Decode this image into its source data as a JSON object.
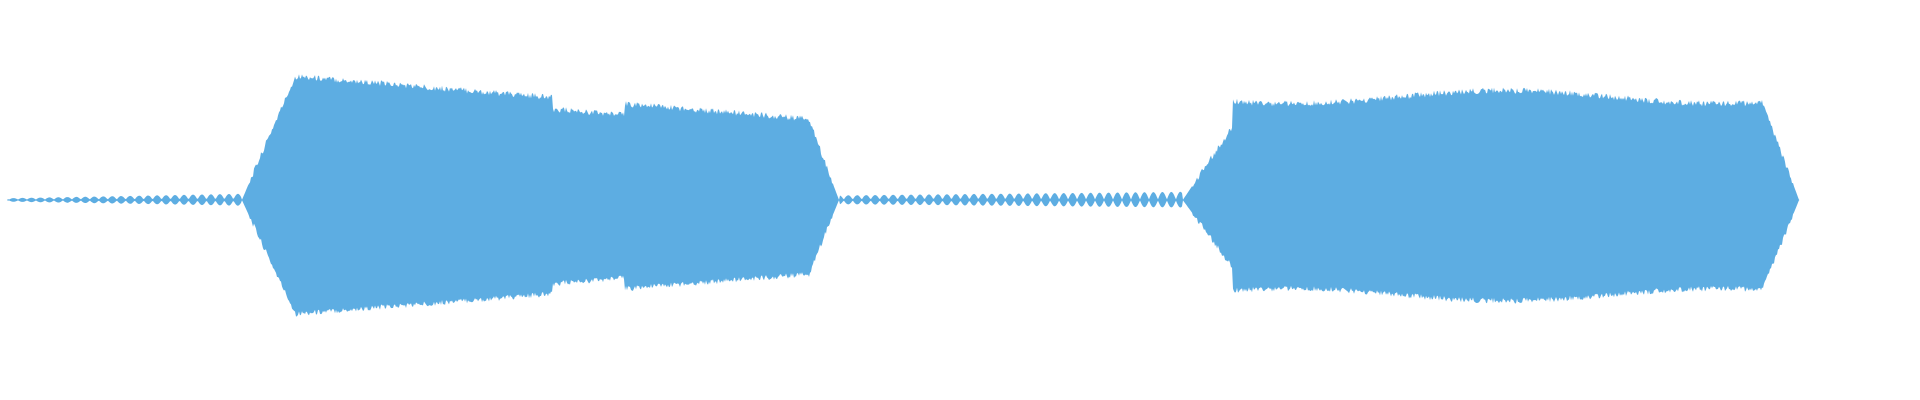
{
  "waveform": {
    "color": "#5DADE2",
    "background": "#FFFFFF",
    "segments": [
      {
        "kind": "pre-roll ripple",
        "t_start": 0.004,
        "t_end": 0.126,
        "peak": 0.03
      },
      {
        "kind": "voiced burst",
        "t_start": 0.126,
        "t_end": 0.437,
        "peak": 0.95
      },
      {
        "kind": "inter-burst ripple",
        "t_start": 0.437,
        "t_end": 0.616,
        "peak": 0.04
      },
      {
        "kind": "voiced burst",
        "t_start": 0.616,
        "t_end": 0.937,
        "peak": 0.88
      }
    ]
  }
}
